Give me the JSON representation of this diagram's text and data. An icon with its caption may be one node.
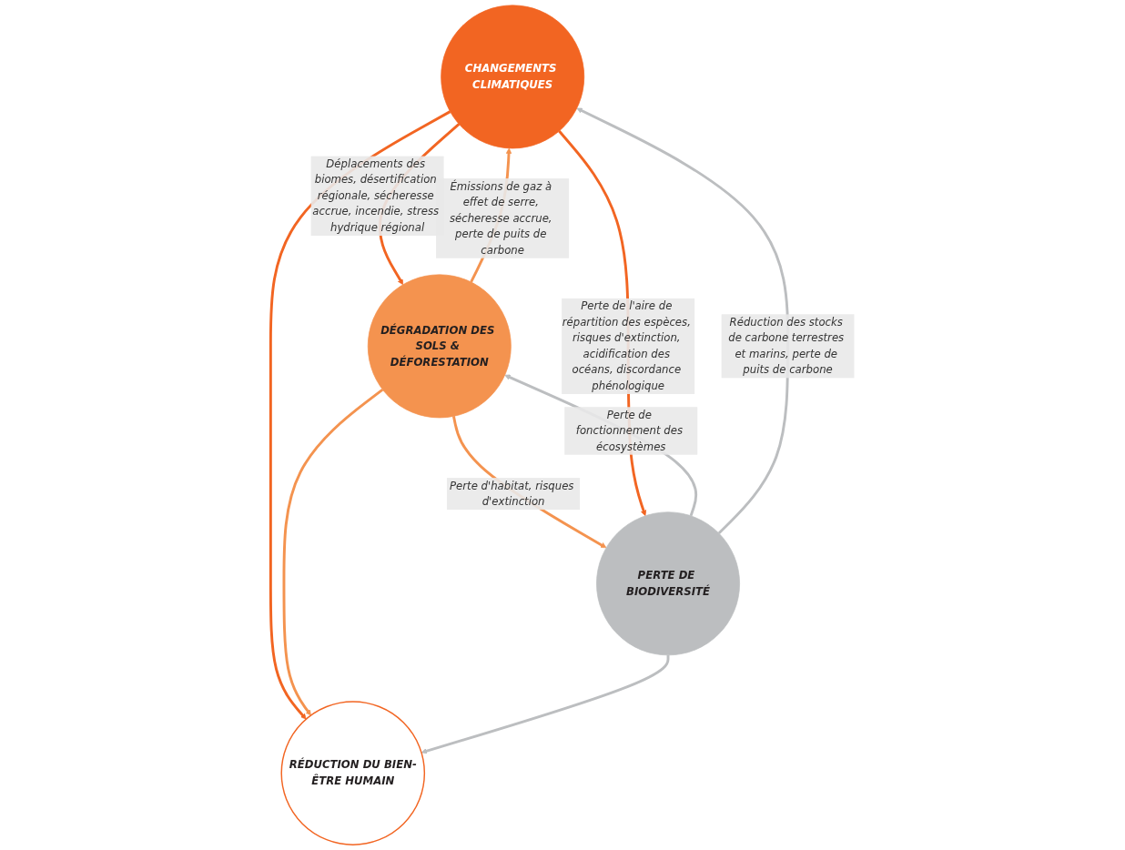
{
  "diagram": {
    "nodes": [
      {
        "text": [
          "CHANGEMENTS CLIMATIQUES"
        ]
      },
      {
        "text": [
          "DÉGRADATION DES SOLS & DÉFORESTATION"
        ]
      },
      {
        "text": [
          "PERTE DE BIODIVERSITÉ"
        ]
      },
      {
        "text": [
          "RÉDUCTION DU BIEN-ÊTRE HUMAIN"
        ]
      }
    ],
    "edges": [
      {
        "from": 1,
        "to": 0,
        "arrow": "to",
        "label": "Émissions de gaz à effet de serre, sécheresse accrue, perte de puits de carbone",
        "color": "#f4934f"
      },
      {
        "from": 0,
        "to": 1,
        "arrow": "to",
        "label": "Déplacements des biomes, désertification régionale, sécheresse accrue, incendie, stress hydrique régional",
        "color": "#f26522"
      },
      {
        "from": 1,
        "to": 2,
        "arrow": "to",
        "label": "Perte d'habitat, risques d'extinction",
        "color": "#f4934f"
      },
      {
        "from": 2,
        "to": 1,
        "arrow": "to",
        "label": "Perte de fonctionnement des écosystèmes",
        "color": "#bcbec0"
      },
      {
        "from": 2,
        "to": 0,
        "arrow": "to",
        "label": "Réduction des stocks de carbone terrestres et marins, perte de puits de carbone",
        "color": "#bcbec0"
      },
      {
        "from": 0,
        "to": 2,
        "arrow": "to",
        "label": "Perte de l'aire de répartition des espèces, risques d'extinction, acidification des océans, discordance phénologique",
        "color": "#f26522"
      },
      {
        "from": 0,
        "to": 3,
        "arrow": "to",
        "color": "#f26522"
      },
      {
        "from": 1,
        "to": 3,
        "arrow": "to",
        "color": "#f4934f"
      },
      {
        "from": 2,
        "to": 3,
        "arrow": "to",
        "color": "#bcbec0"
      }
    ]
  }
}
